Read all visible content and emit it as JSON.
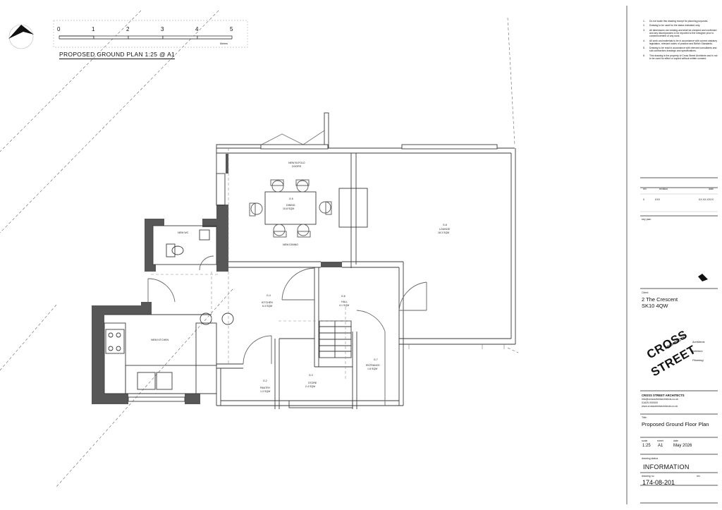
{
  "plan_title": "PROPOSED GROUND PLAN 1:25 @  A1",
  "scale_bar": {
    "ticks": [
      "0",
      "1",
      "2",
      "3",
      "4",
      "5"
    ],
    "unit": "Metres"
  },
  "rooms": {
    "dining": {
      "code": "G.5",
      "name": "DINING",
      "area": "10.8 SQM"
    },
    "new_bifold": [
      "NEW BI-FOLD",
      "DOORS"
    ],
    "new_dining": "NEW DINING",
    "lounge": {
      "code": "G.8",
      "name": "LOUNGE",
      "area": "18.3 SQM"
    },
    "new_wc": "NEW WC",
    "kitchen": {
      "code": "G.4",
      "name": "KITCHEN",
      "area": "6.3 SQM"
    },
    "hall": {
      "code": "G.6",
      "name": "HALL",
      "area": "4.1 SQM"
    },
    "new_kitchen": "NEW KITCHEN",
    "pantry": {
      "code": "G.2",
      "name": "PANTRY",
      "area": "1.3 SQM"
    },
    "store": {
      "code": "G.3",
      "name": "STORE",
      "area": "2.4 SQM"
    },
    "entrance": {
      "code": "G.7",
      "name": "ENTRANCE",
      "area": "1.8 SQM"
    }
  },
  "notes": [
    "Do not scale this drawing except for planning purposes.",
    "Drawing to be used for the status indicated only.",
    "All dimensions are existing and shall be checked and confirmed and any discrepancies to be reported to the Designer prior to commencement of any work.",
    "All work and materials to be in accordance with current statutory legislation, relevant codes of practice and British Standards.",
    "Drawing to be read in accordance with relevant consultants and sub-contractors drawings and specifications.",
    "This drawing is the property of Cross Street Architects and is not to be used for effect or copied without written consent."
  ],
  "revision_table": {
    "headers": [
      "rev",
      "revision",
      "date"
    ],
    "rows": [
      [
        "0",
        "XXX",
        "XX.XX.XXXX"
      ]
    ]
  },
  "key_plan_label": "key plan",
  "client_label": "Client:",
  "client_lines": [
    "2 The Crescent",
    "SK10 4QW"
  ],
  "logo": {
    "word1": "CROSS",
    "word2": "STREET",
    "sub": "ARCHITECTS"
  },
  "taglines": [
    "Architects",
    "Interiors",
    "Planning"
  ],
  "firm": {
    "name": "CROSS STREET ARCHITECTS",
    "lines": [
      "info@crossstreetarchitects.co.uk",
      "01625 000000",
      "www.crossstreetarchitects.co.uk"
    ]
  },
  "title_label": "Title:",
  "drawing_title": "Proposed Ground Floor Plan",
  "meta": {
    "labels": [
      "scale",
      "sheet",
      "date"
    ],
    "values": [
      "1:25",
      "A1",
      "May 2026"
    ]
  },
  "status_label": "drawing status",
  "status": "INFORMATION",
  "number_label": "drawing no",
  "rev_label": "rev",
  "drawing_number": "174-08-201",
  "colors": {
    "wall": "#575757",
    "line": "#3a3a3a",
    "faint": "#9a9a9a"
  }
}
